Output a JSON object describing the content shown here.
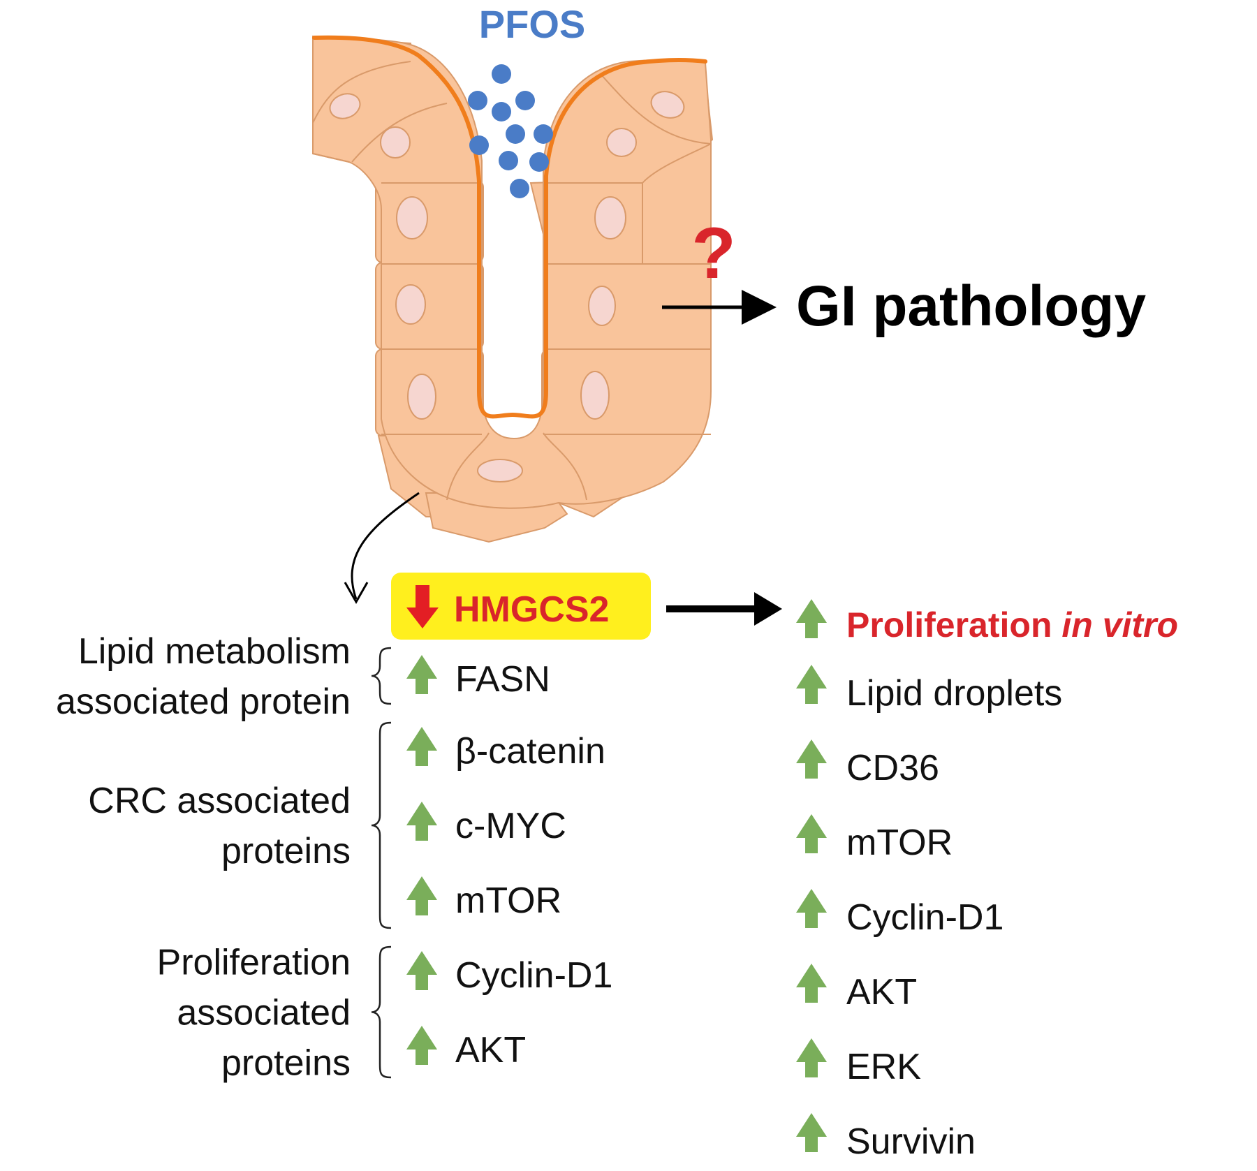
{
  "toxicant": {
    "label": "PFOS",
    "color": "#4a7cc7"
  },
  "question_mark": "?",
  "outcome": "GI pathology",
  "center": {
    "label": "HMGCS2",
    "direction": "down"
  },
  "left_groups": [
    {
      "label_lines": [
        "Lipid metabolism",
        "associated protein"
      ],
      "items": [
        "FASN"
      ]
    },
    {
      "label_lines": [
        "CRC associated",
        "proteins"
      ],
      "items": [
        "β-catenin",
        "c-MYC",
        "mTOR"
      ]
    },
    {
      "label_lines": [
        "Proliferation",
        "associated",
        "proteins"
      ],
      "items": [
        "Cyclin-D1",
        "AKT"
      ]
    }
  ],
  "right_column": {
    "title": {
      "main": "Proliferation ",
      "italic": "in vitro"
    },
    "items": [
      "Lipid droplets",
      "CD36",
      "mTOR",
      "Cyclin-D1",
      "AKT",
      "ERK",
      "Survivin"
    ]
  },
  "colors": {
    "cell_fill": "#f9c49b",
    "cell_stroke": "#d99a6a",
    "lumen_border": "#f07d1c",
    "nucleus": "#f6d6d0",
    "up_arrow": "#7aae5a",
    "down_arrow": "#e31e24",
    "highlight_red": "#d9252b",
    "badge_yellow": "#ffef1e"
  }
}
